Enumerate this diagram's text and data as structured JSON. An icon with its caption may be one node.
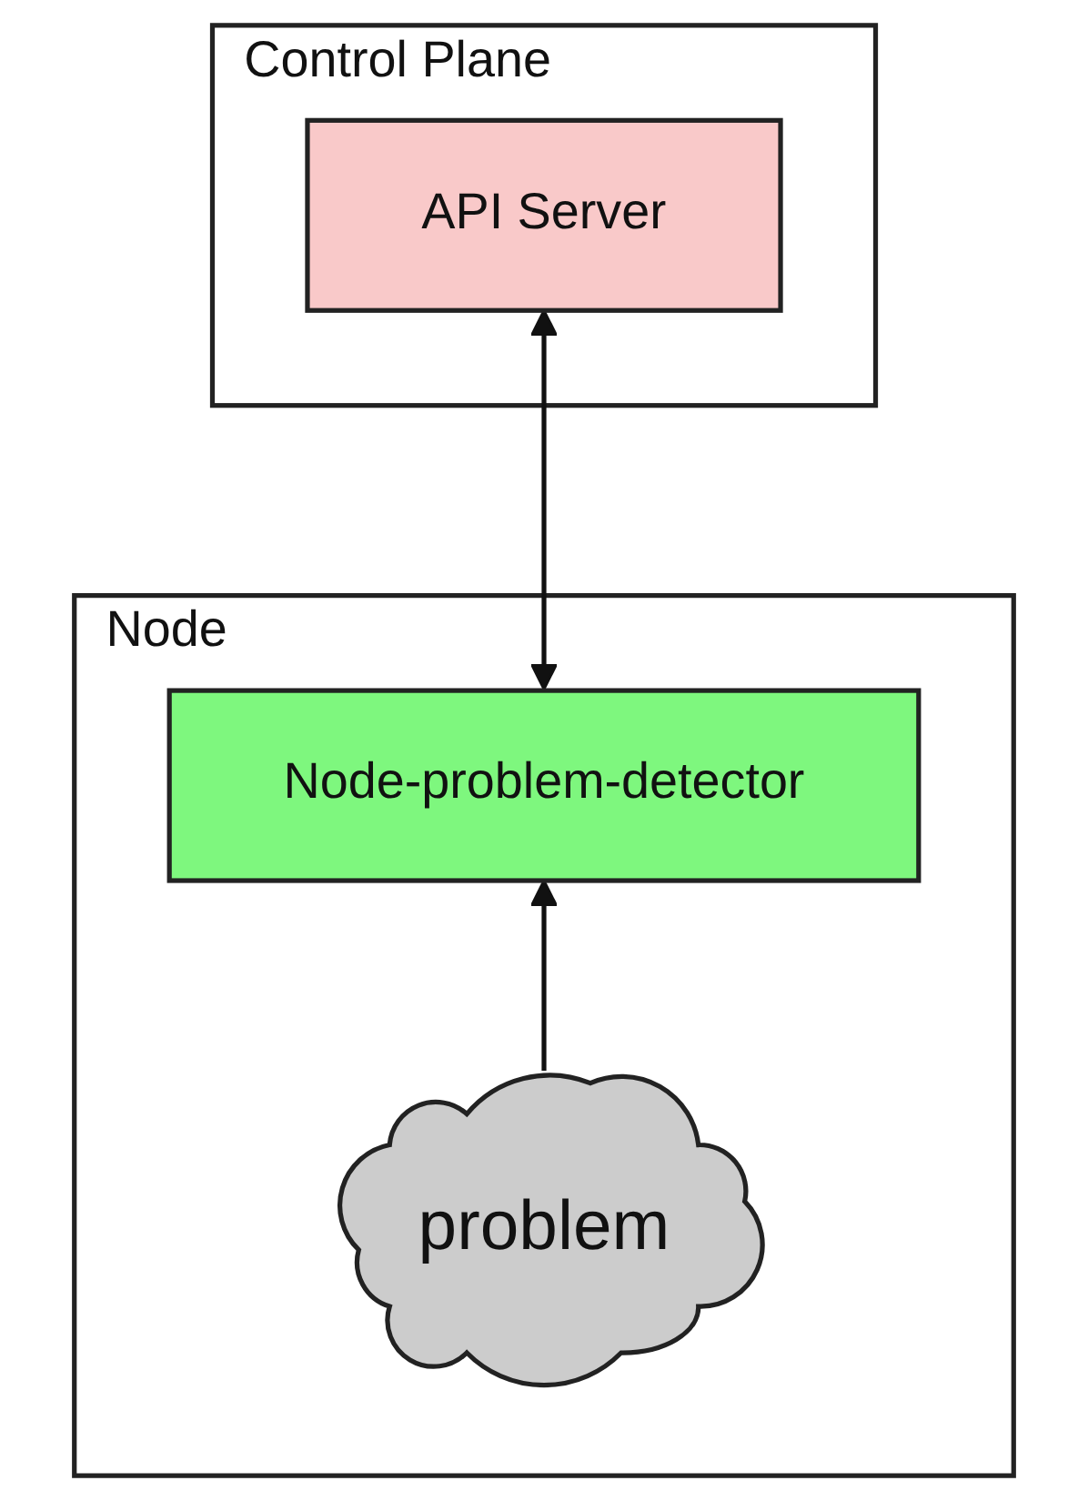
{
  "diagram": {
    "nodes": [
      {
        "text": [
          "Control Plane"
        ]
      },
      {
        "text": [
          "API Server"
        ],
        "in": 0
      },
      {
        "text": [
          "Node"
        ]
      },
      {
        "text": [
          "Node-problem-detector"
        ],
        "in": 2
      },
      {
        "text": [
          "problem"
        ],
        "in": 2
      }
    ],
    "edges": [
      {
        "from": 1,
        "to": 3,
        "arrow": "both"
      },
      {
        "from": 4,
        "to": 3,
        "arrow": "to"
      }
    ]
  }
}
